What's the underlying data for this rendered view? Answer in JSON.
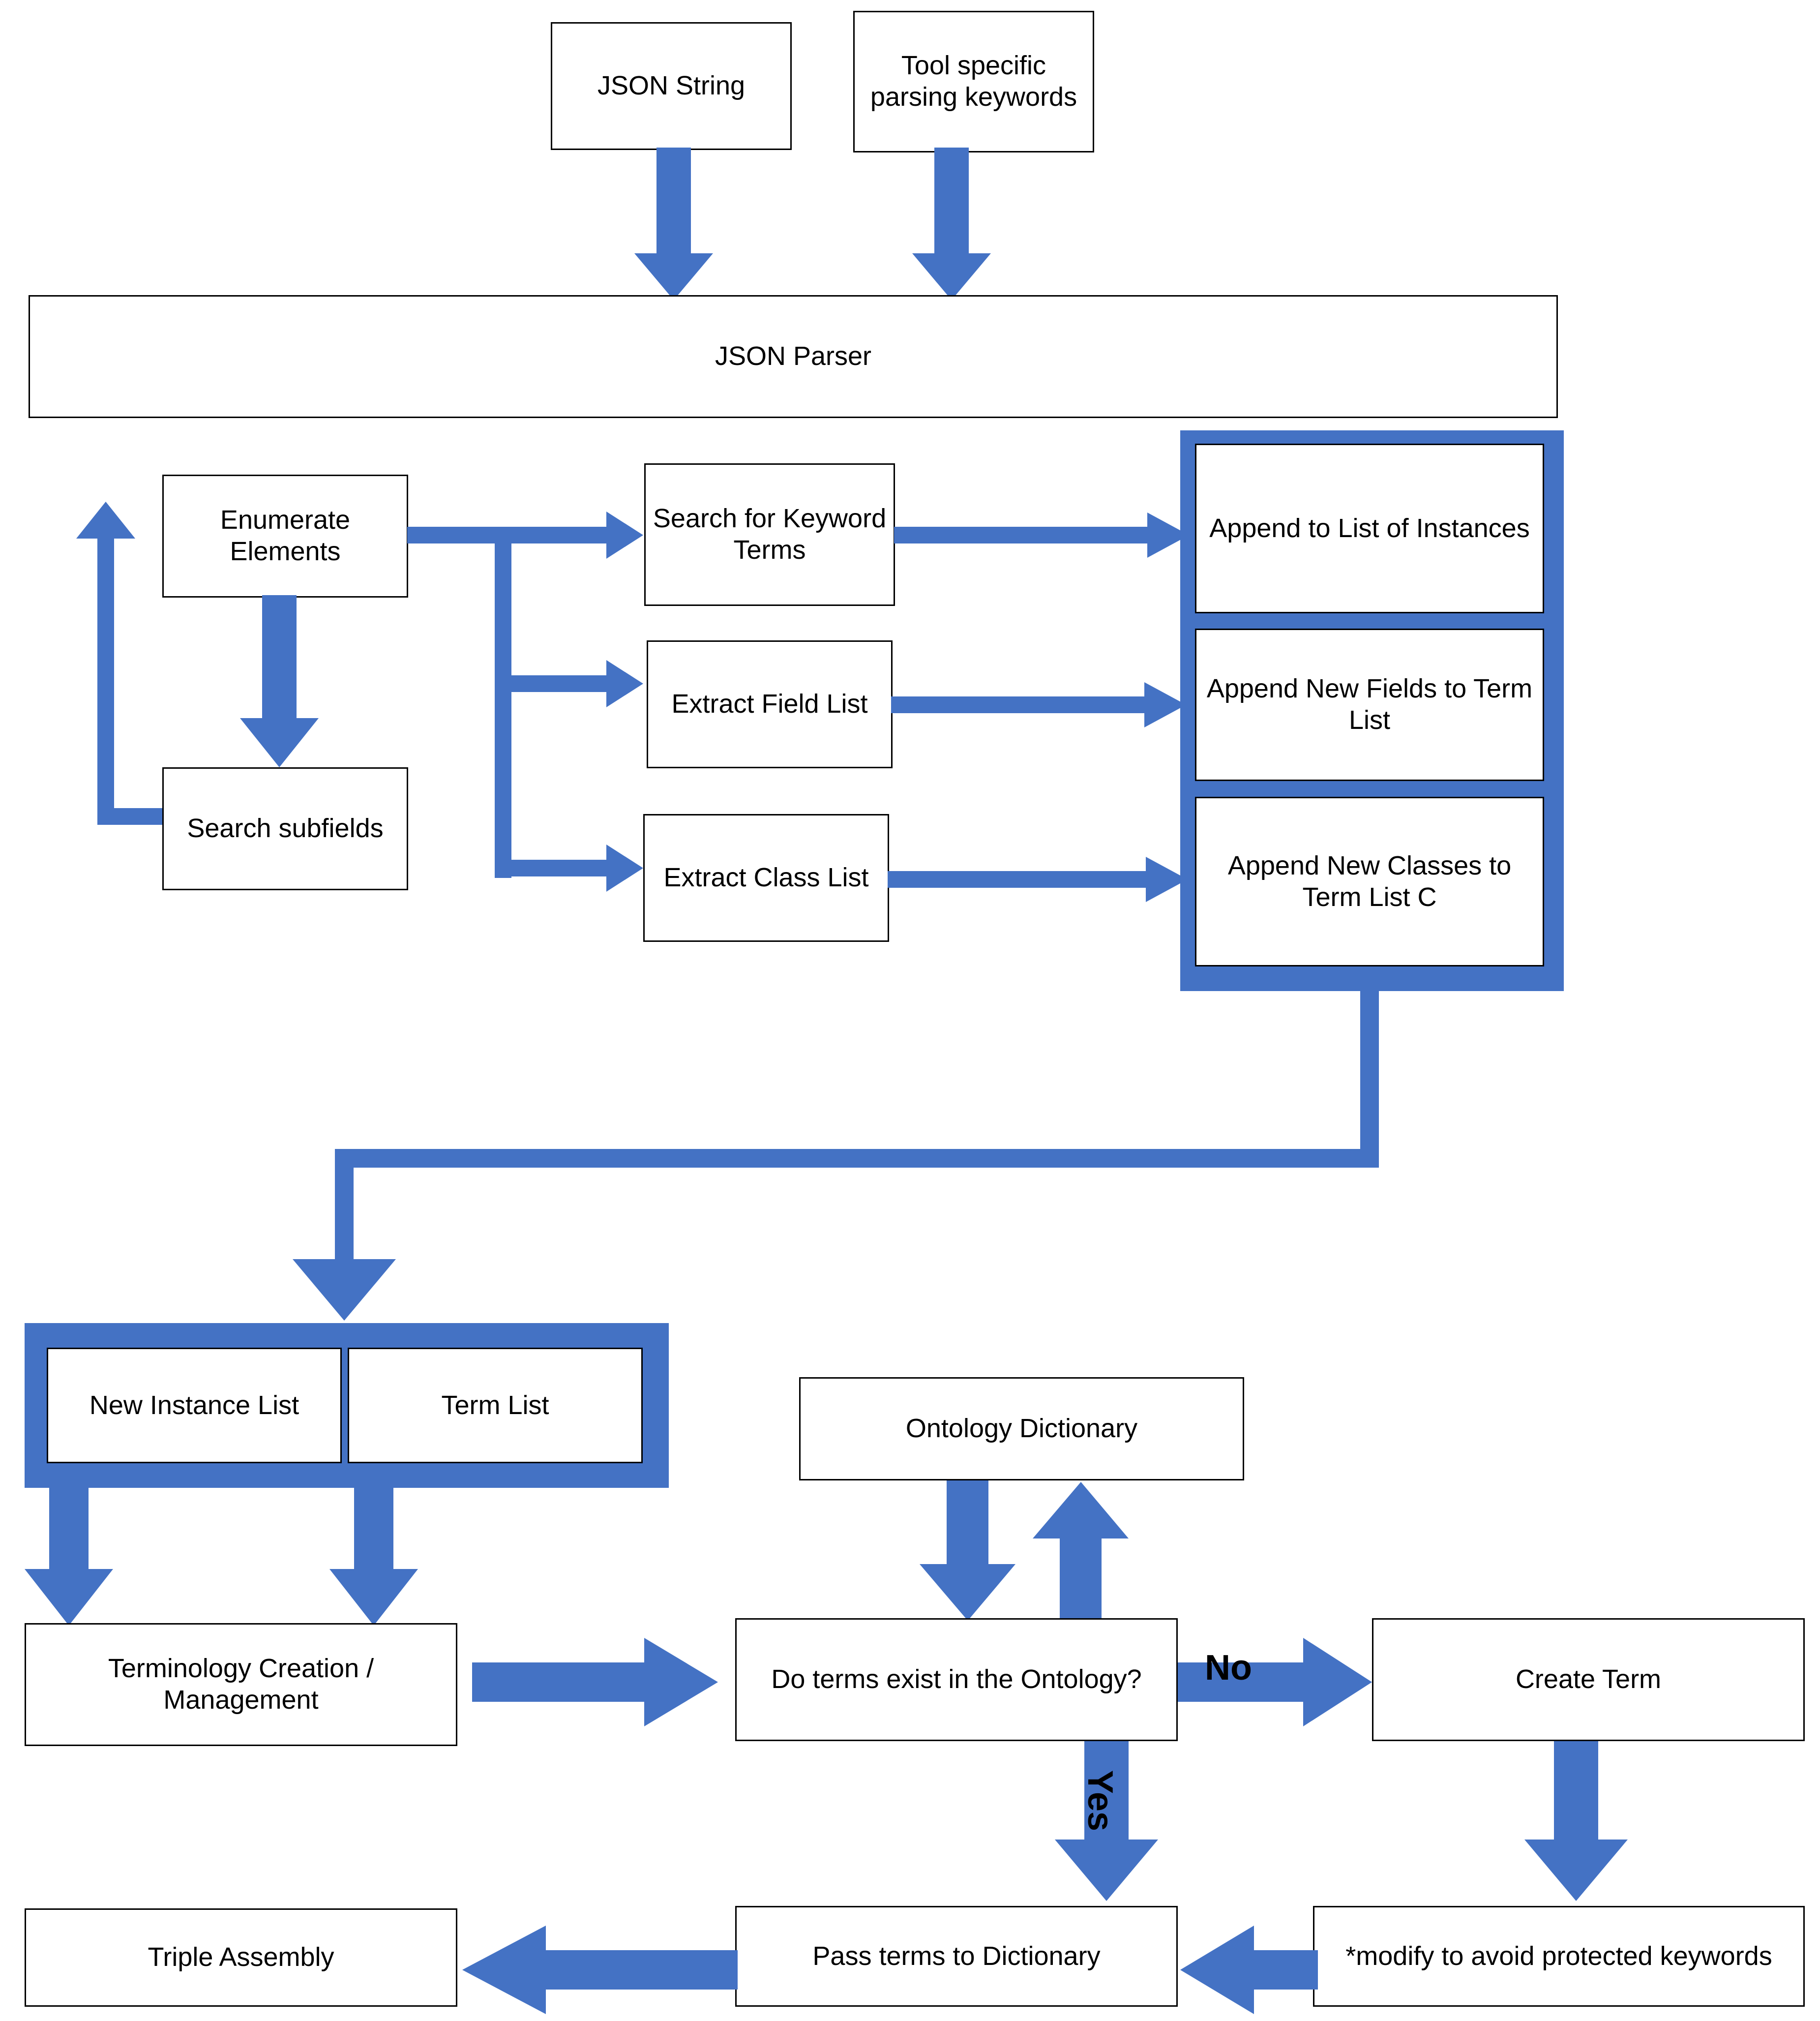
{
  "diagram": {
    "title": "JSON Parsing and Ontology Term Creation Flow",
    "accent_color": "#4472c4",
    "node_border_color": "#000000",
    "background": "#ffffff",
    "nodes": {
      "json_string": "JSON String",
      "tool_keywords": "Tool specific parsing keywords",
      "json_parser": "JSON Parser",
      "enumerate_elements": "Enumerate Elements",
      "search_subfields": "Search subfields",
      "search_keyword_terms": "Search for Keyword Terms",
      "extract_field_list": "Extract Field List",
      "extract_class_list": "Extract Class List",
      "append_instances": "Append to List of Instances",
      "append_fields": "Append New Fields to Term List",
      "append_classes": "Append New Classes to Term List C",
      "new_instance_list": "New Instance List",
      "term_list": "Term List",
      "ontology_dictionary": "Ontology Dictionary",
      "terminology_creation": "Terminology Creation / Management",
      "do_terms_exist": "Do terms exist in the Ontology?",
      "create_term": "Create Term",
      "pass_terms": "Pass terms to Dictionary",
      "modify_keywords": "*modify to avoid protected keywords",
      "triple_assembly": "Triple Assembly"
    },
    "edge_labels": {
      "no": "No",
      "yes": "Yes"
    }
  }
}
